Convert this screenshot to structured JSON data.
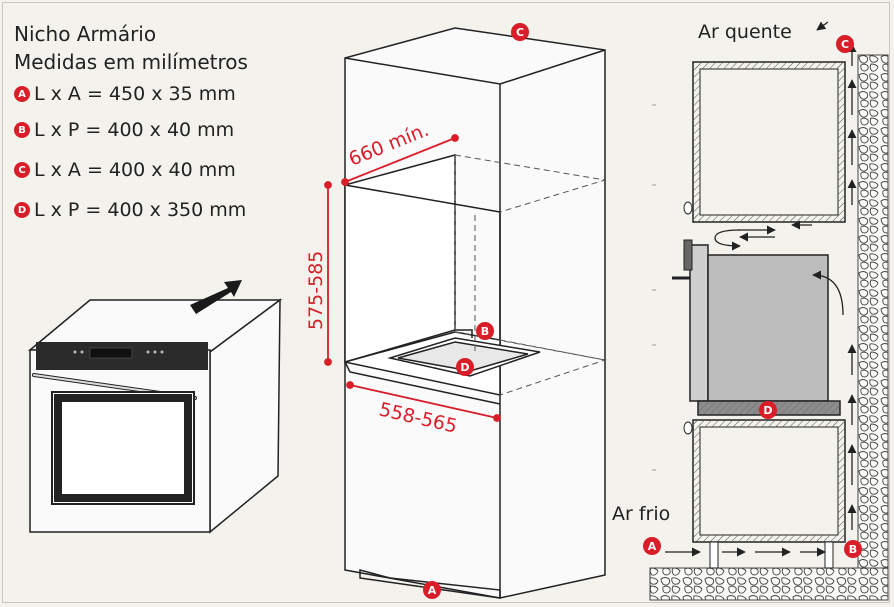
{
  "legend": {
    "title": "Nicho Armário",
    "subtitle": "Medidas em milímetros",
    "items": [
      {
        "letter": "A",
        "text": "L x A = 450 x 35 mm"
      },
      {
        "letter": "B",
        "text": "L x P = 400 x 40 mm"
      },
      {
        "letter": "C",
        "text": "L x A = 400 x 40 mm"
      },
      {
        "letter": "D",
        "text": "L x P = 400 x 350 mm"
      }
    ]
  },
  "dimensions": {
    "depth": "660 mín.",
    "height": "575-585",
    "width": "558-565"
  },
  "markers": {
    "a": "A",
    "b": "B",
    "c": "C",
    "d": "D"
  },
  "airflow": {
    "hot_air": "Ar quente",
    "cold_air": "Ar frio"
  },
  "colors": {
    "accent": "#d91e2a",
    "line": "#222222",
    "oven_gray": "#bdbdbd"
  }
}
